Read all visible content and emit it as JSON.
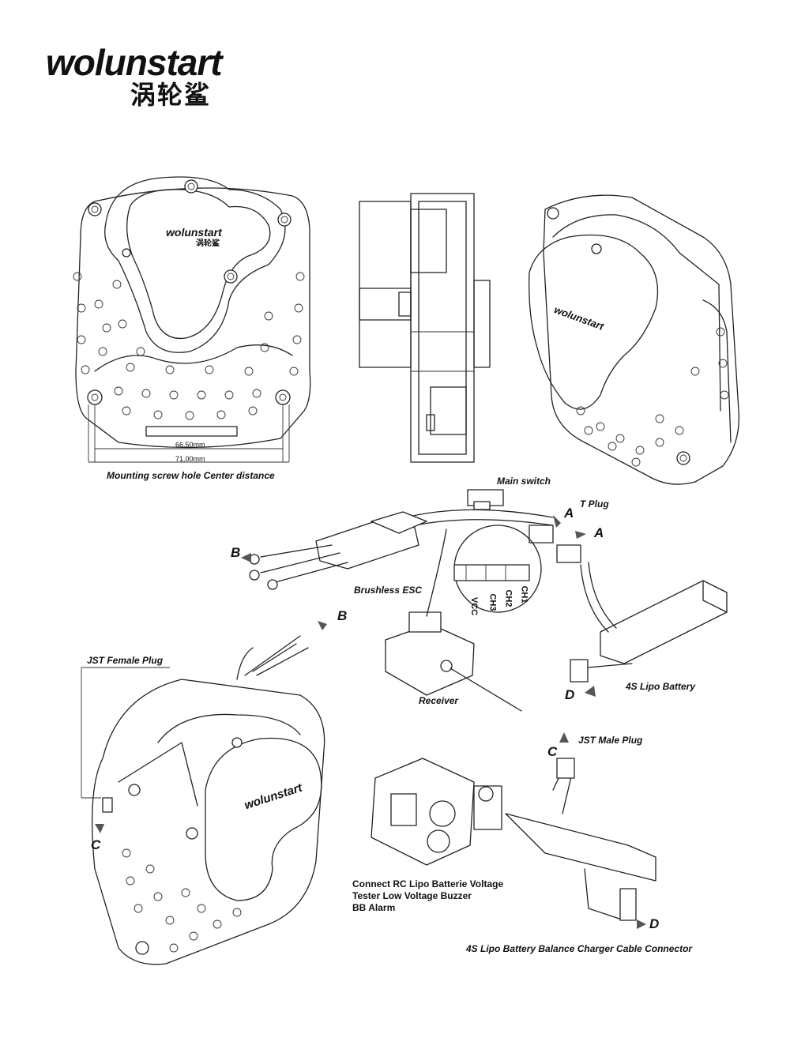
{
  "brand": {
    "name_en": "wolunstart",
    "name_cn": "涡轮鲨"
  },
  "dimensions": {
    "inner": "66.50mm",
    "outer": "71.00mm",
    "caption": "Mounting screw hole Center distance"
  },
  "labels": {
    "main_switch": "Main switch",
    "t_plug": "T Plug",
    "brushless_esc": "Brushless ESC",
    "receiver": "Receiver",
    "lipo_battery": "4S Lipo Battery",
    "jst_female": "JST Female Plug",
    "jst_male": "JST Male Plug",
    "voltage_tester_lines": [
      "Connect RC Lipo Batterie Voltage",
      "Tester Low Voltage Buzzer",
      "BB Alarm"
    ],
    "balance_connector": "4S Lipo Battery Balance Charger Cable Connector",
    "ch1": "CH1",
    "ch2": "CH2",
    "ch3": "CH3",
    "vcc": "VCC"
  },
  "connectors": {
    "a1": "A",
    "a2": "A",
    "b1": "B",
    "b2": "B",
    "c1": "C",
    "c2": "C",
    "d1": "D",
    "d2": "D"
  },
  "motor_logo": "wolunstart",
  "motor_logo_cn": "涡轮鲨"
}
